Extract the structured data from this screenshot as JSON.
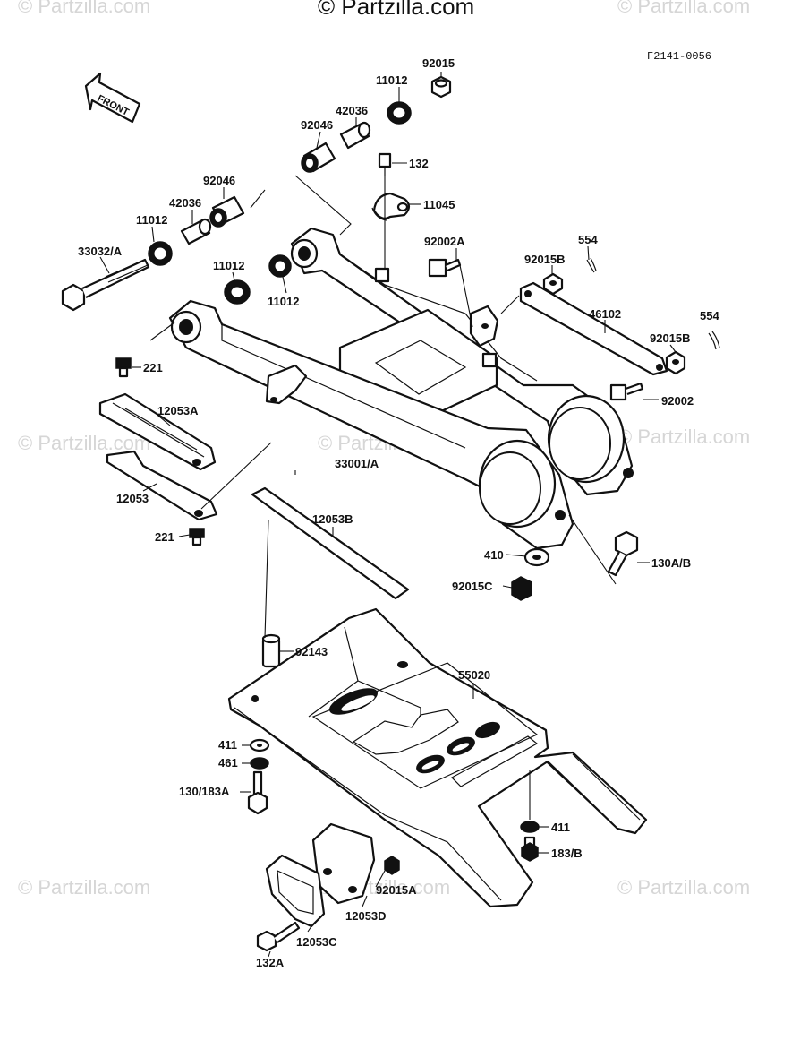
{
  "watermark": {
    "top": "© Partzilla.com",
    "repeat": "© Partzilla.com"
  },
  "diagram_code": "F2141-0056",
  "front_arrow_label": "FRONT",
  "parts": {
    "p92015": "92015",
    "p11012_top": "11012",
    "p42036_top": "42036",
    "p92046_top": "92046",
    "p132": "132",
    "p11045": "11045",
    "p92046_left": "92046",
    "p42036_left": "42036",
    "p11012_left": "11012",
    "p33032A": "33032/A",
    "p11012_mid": "11012",
    "p11012_right": "11012",
    "p92002A": "92002A",
    "p554_top": "554",
    "p92015B_top": "92015B",
    "p46102": "46102",
    "p554_right": "554",
    "p92015B_right": "92015B",
    "p92002": "92002",
    "p221_top": "221",
    "p12053A": "12053A",
    "p33001A": "33001/A",
    "p12053": "12053",
    "p12053B": "12053B",
    "p221_bottom": "221",
    "p410": "410",
    "p130AB": "130A/B",
    "p92015C": "92015C",
    "p92143": "92143",
    "p55020": "55020",
    "p411_left": "411",
    "p461": "461",
    "p130_183A": "130/183A",
    "p411_right": "411",
    "p183B": "183/B",
    "p92015A": "92015A",
    "p12053D": "12053D",
    "p12053C": "12053C",
    "p132A": "132A"
  },
  "colors": {
    "ink": "#111111",
    "watermark": "#d6d6d6",
    "background": "#ffffff"
  }
}
